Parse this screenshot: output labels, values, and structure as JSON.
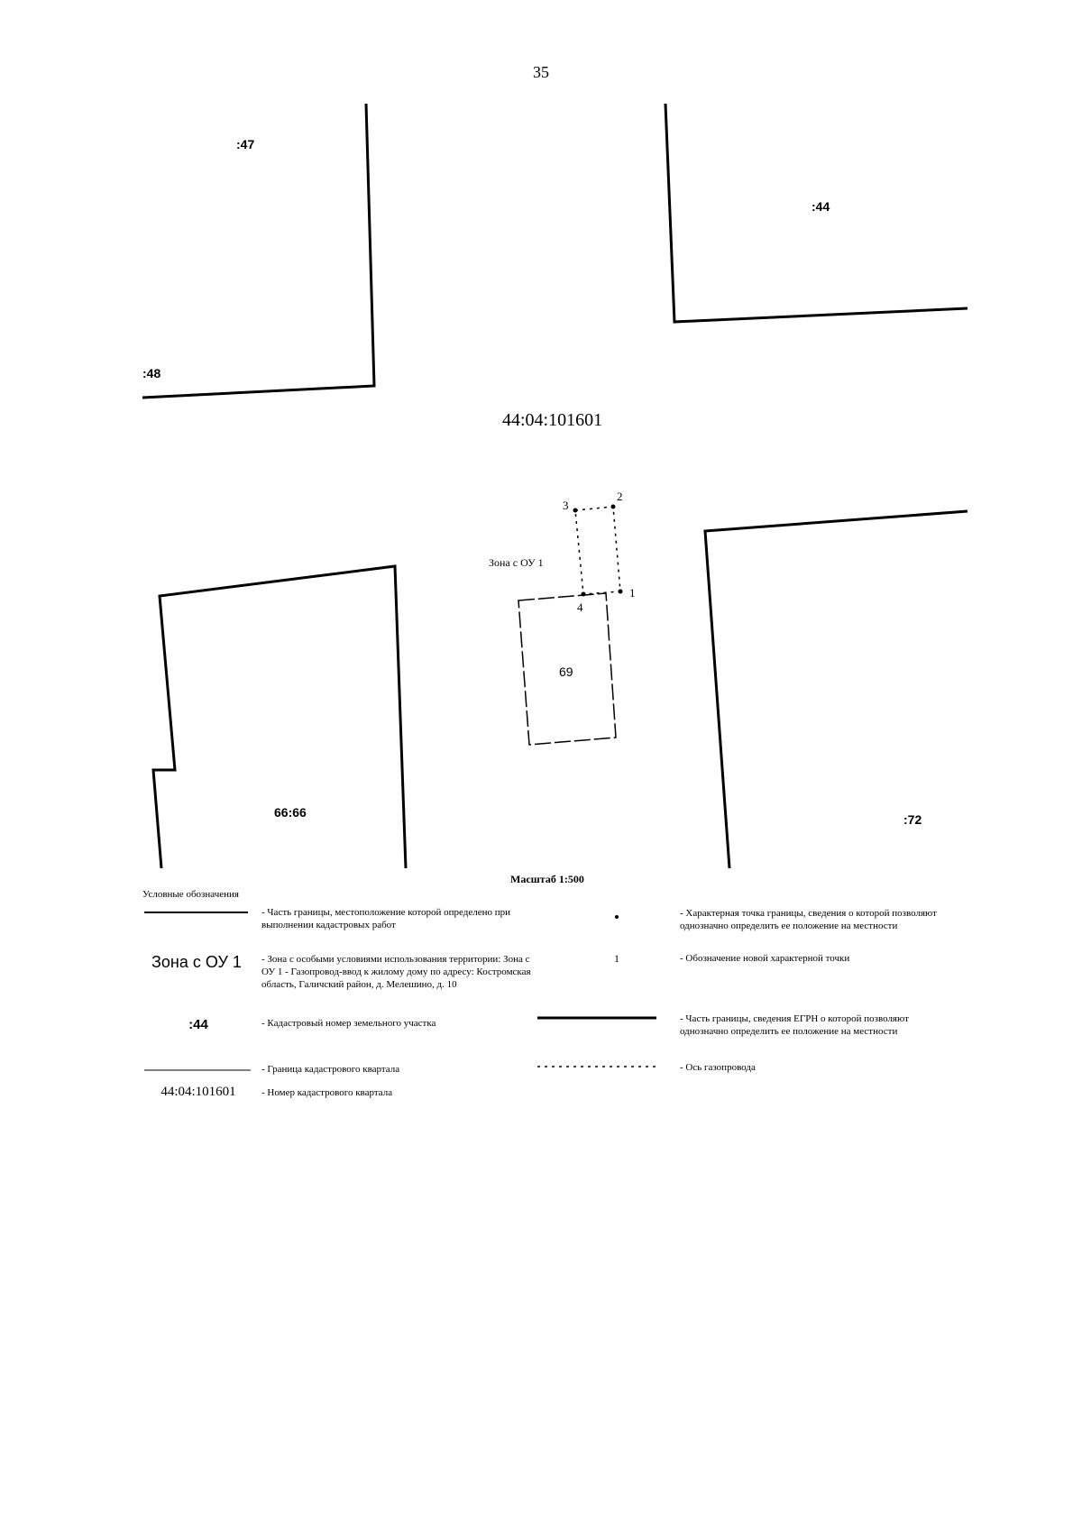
{
  "page_number": "35",
  "map": {
    "quarter_number": "44:04:101601",
    "parcels": {
      "p47": ":47",
      "p44": ":44",
      "p48": ":48",
      "p69": "69",
      "p66": "66:66",
      "p72": ":72"
    },
    "points": {
      "p1": "1",
      "p2": "2",
      "p3": "3",
      "p4": "4"
    },
    "zone_label": "Зона с ОУ 1",
    "scale": "Масштаб 1:500"
  },
  "legend": {
    "title": "Условные обозначения",
    "items": {
      "boundary_part": "- Часть границы, местоположение которой определено при выполнении кадастровых работ",
      "zone_symbol": "Зона с ОУ 1",
      "zone_text": "- Зона с особыми условиями использования территории: Зона с ОУ 1 - Газопровод-ввод к жилому дому по адресу: Костромская область, Галичский район, д. Мелешино, д. 10",
      "parcel_symbol": ":44",
      "parcel_text": "- Кадастровый номер земельного участка",
      "quarter_boundary_text": "- Граница кадастрового квартала",
      "quarter_symbol": "44:04:101601",
      "quarter_text": "- Номер кадастрового квартала",
      "char_point_text": "- Характерная точка границы, сведения о которой позволяют однозначно определить ее положение на местности",
      "new_point_symbol": "1",
      "new_point_text": "- Обозначение новой характерной точки",
      "egrn_boundary_text": "- Часть границы, сведения ЕГРН о которой позволяют однозначно определить ее положение на местности",
      "gas_axis_text": "- Ось газопровода"
    }
  }
}
